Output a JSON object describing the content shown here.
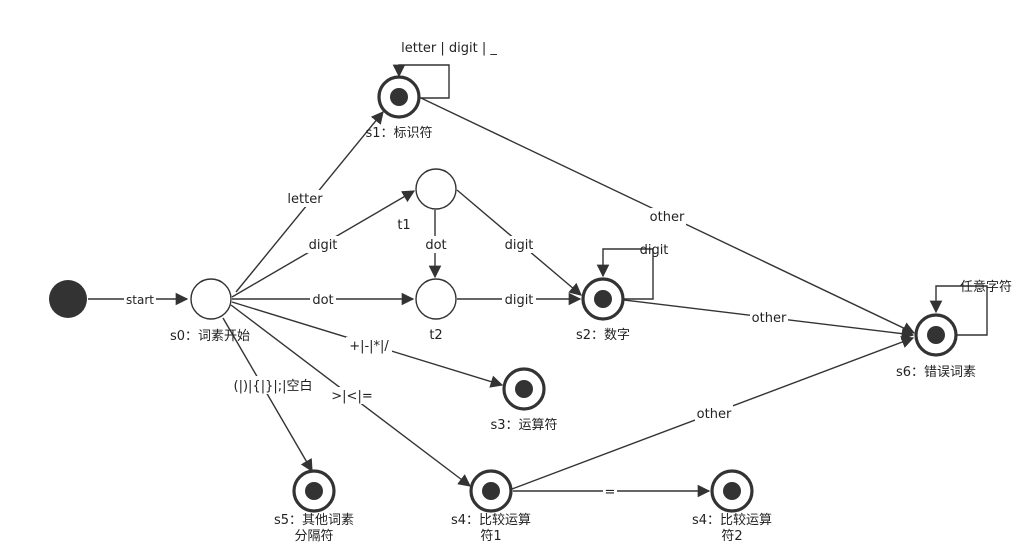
{
  "states": {
    "s0": {
      "label": "s0：词素开始"
    },
    "s1": {
      "label": "s1：标识符"
    },
    "t1": {
      "label": "t1"
    },
    "t2": {
      "label": "t2"
    },
    "s2": {
      "label": "s2：数字"
    },
    "s3": {
      "label": "s3：运算符"
    },
    "s4a": {
      "label_line1": "s4：比较运算",
      "label_line2": "符1"
    },
    "s4b": {
      "label_line1": "s4：比较运算",
      "label_line2": "符2"
    },
    "s5": {
      "label_line1": "s5：其他词素",
      "label_line2": "分隔符"
    },
    "s6": {
      "label": "s6：错误词素"
    }
  },
  "edges": {
    "start": "start",
    "s0_s1": "letter",
    "s1_loop": "letter | digit | _",
    "s0_t1": "digit",
    "s0_t2": "dot",
    "t1_t2": "dot",
    "t1_s2": "digit",
    "t2_s2": "digit",
    "s2_loop": "digit",
    "s1_s6": "other",
    "s2_s6": "other",
    "s4a_s6": "other",
    "s6_loop": "任意字符",
    "s0_s3": "+|-|*|/",
    "s0_s4": ">|<|=",
    "s0_s5": "(|)|{|}|;|空白",
    "s4a_s4b": "="
  },
  "colors": {
    "stroke": "#333333",
    "background": "#ffffff"
  }
}
